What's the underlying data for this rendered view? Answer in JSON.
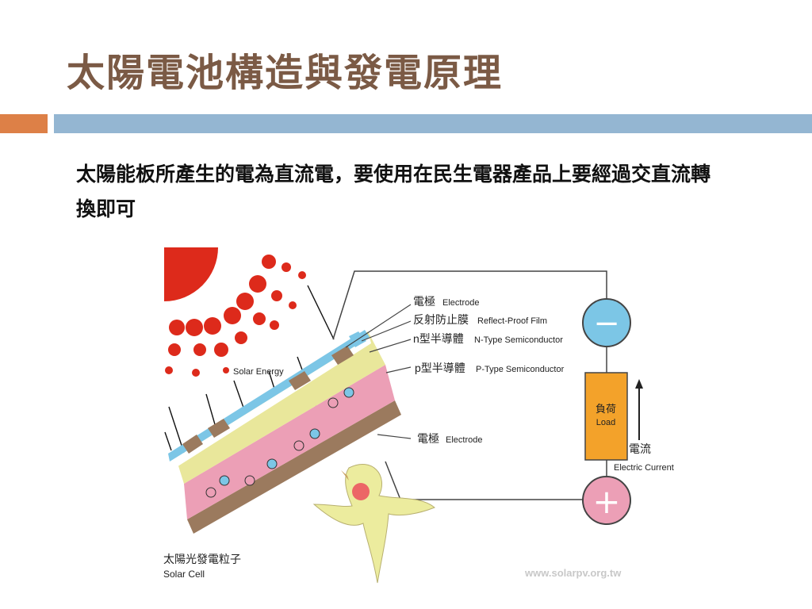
{
  "slide": {
    "title": "太陽電池構造與發電原理",
    "body": "太陽能板所產生的電為直流電，要使用在民生電器產品上要經過交直流轉換即可"
  },
  "diagram": {
    "labels": {
      "electrode_top_zh": "電極",
      "electrode_top_en": "Electrode",
      "reflect_zh": "反射防止膜",
      "reflect_en": "Reflect-Proof Film",
      "ntype_zh": "n型半導體",
      "ntype_en": "N-Type Semiconductor",
      "ptype_zh": "p型半導體",
      "ptype_en": "P-Type Semiconductor",
      "electrode_bottom_zh": "電極",
      "electrode_bottom_en": "Electrode",
      "solar_energy": "Solar Energy",
      "load_zh": "負荷",
      "load_en": "Load",
      "current_zh": "電流",
      "current_en": "Electric Current",
      "cell_zh": "太陽光發電粒子",
      "cell_en": "Solar Cell",
      "minus": "−",
      "plus": "+",
      "watermark": "www.solarpv.org.tw"
    },
    "colors": {
      "sun": "#dd2a1b",
      "reflect_film": "#7cc6e6",
      "electrode": "#9b7a5e",
      "n_layer": "#e9e79b",
      "p_layer": "#ec9fb6",
      "load": "#f3a22a",
      "minus_circle": "#7cc6e6",
      "plus_circle": "#ec9fb6"
    }
  }
}
